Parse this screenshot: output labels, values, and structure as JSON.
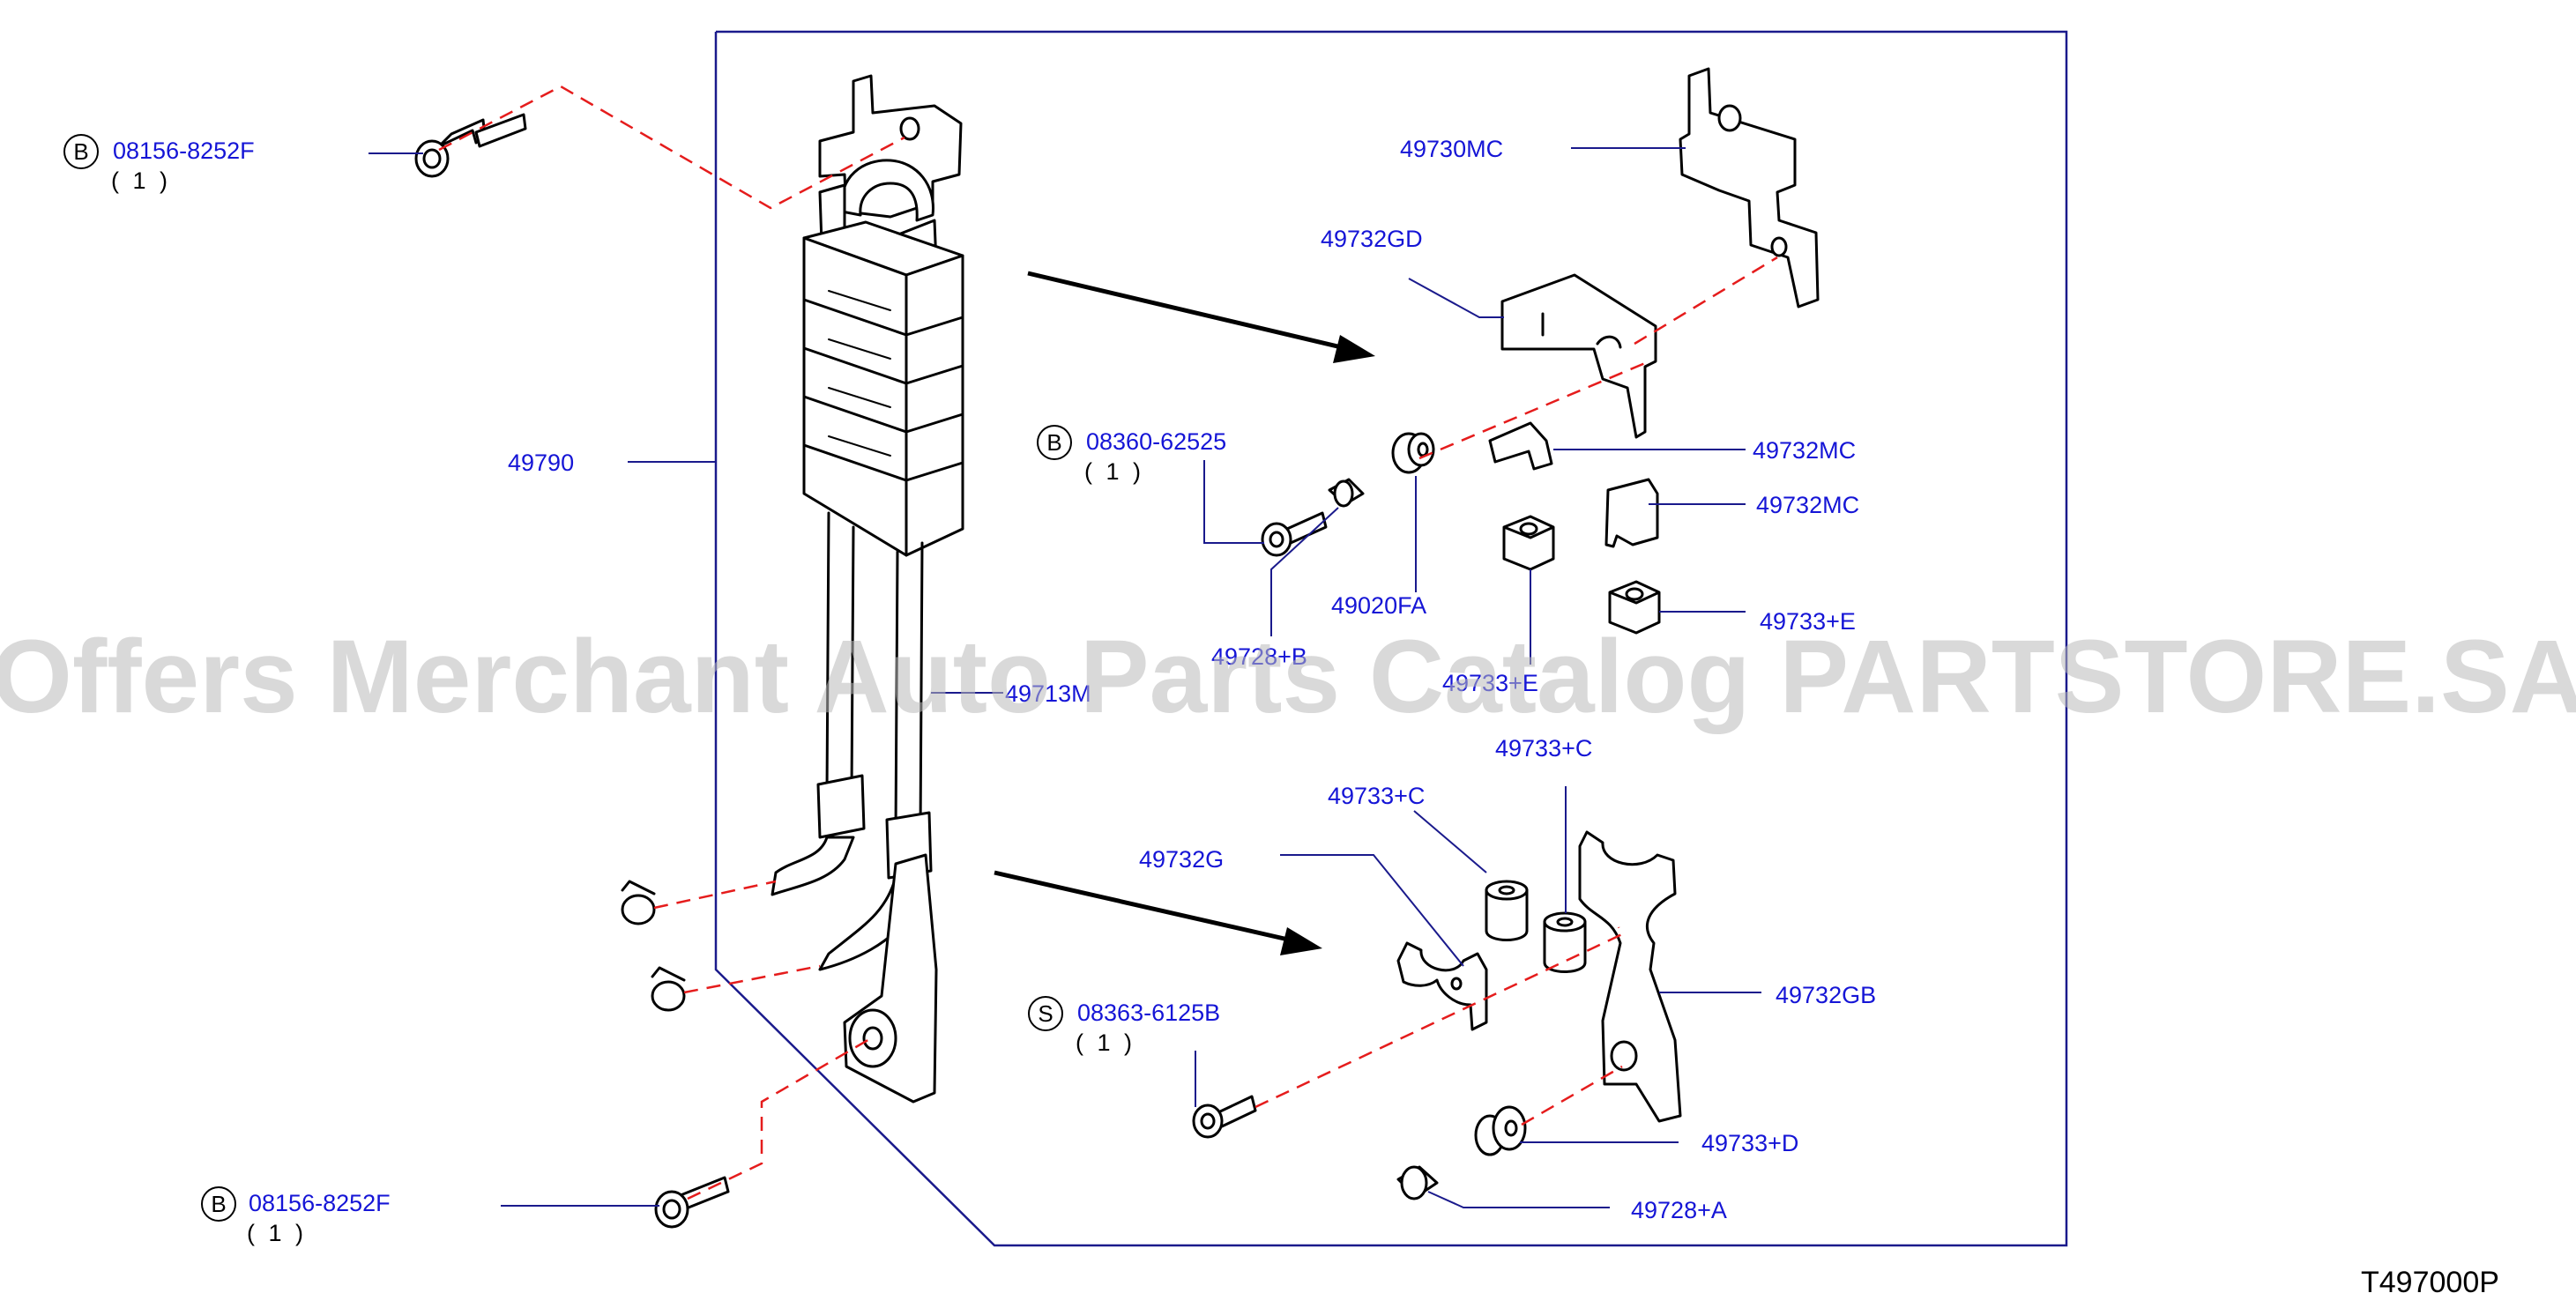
{
  "labels": {
    "bolt_top_left": "08156-8252F",
    "bolt_top_left_qty": "( 1 )",
    "bolt_bottom_left": "08156-8252F",
    "bolt_bottom_left_qty": "( 1 )",
    "bolt_mid": "08360-62525",
    "bolt_mid_qty": "( 1 )",
    "screw_lower": "08363-6125B",
    "screw_lower_qty": "( 1 )",
    "cooler_assy": "49790",
    "bracket_top": "49730MC",
    "bracket_gd": "49732GD",
    "clip_mc_1": "49732MC",
    "clip_mc_2": "49732MC",
    "grommet_fa": "49020FA",
    "collar_b": "49728+B",
    "insulator_e1": "49733+E",
    "insulator_e2": "49733+E",
    "tube_m": "49713M",
    "insulator_c1": "49733+C",
    "insulator_c2": "49733+C",
    "bracket_g": "49732G",
    "bracket_gb": "49732GB",
    "insulator_d": "49733+D",
    "collar_a": "49728+A"
  },
  "markers": {
    "b1": "B",
    "b2": "B",
    "b3": "B",
    "s1": "S"
  },
  "reference_code": "T497000P",
  "watermark": "Offers Merchant Auto Parts Catalog PARTSTORE.SA",
  "colors": {
    "label": "#1515d6",
    "leader": "#1a1a8c",
    "dashed": "#e51c1c",
    "watermark": "#b9b9b9"
  }
}
